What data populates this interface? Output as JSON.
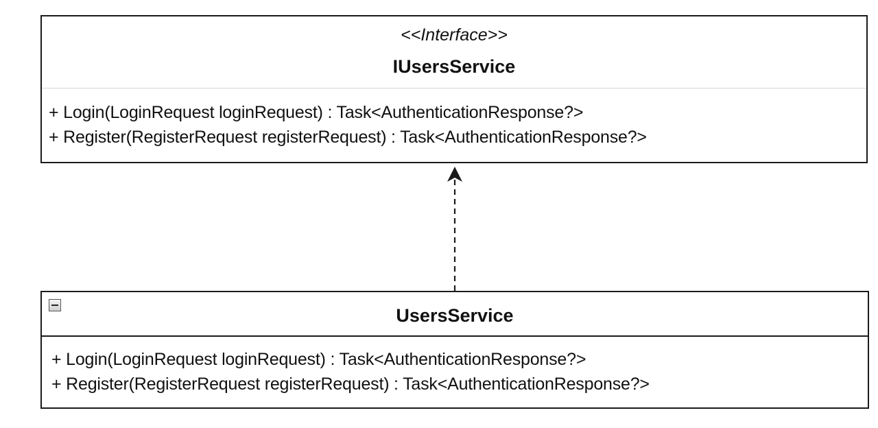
{
  "interface": {
    "stereotype": "<<Interface>>",
    "name": "IUsersService",
    "methods": [
      "+ Login(LoginRequest loginRequest) : Task<AuthenticationResponse?>",
      "+ Register(RegisterRequest registerRequest) : Task<AuthenticationResponse?>"
    ]
  },
  "implementation": {
    "name": "UsersService",
    "methods": [
      "+ Login(LoginRequest loginRequest) : Task<AuthenticationResponse?>",
      "+ Register(RegisterRequest registerRequest) : Task<AuthenticationResponse?>"
    ],
    "collapse_icon": "minus-box-icon"
  },
  "relationship": {
    "type": "realization",
    "line_style": "dashed",
    "color": "#1a1a1a"
  }
}
